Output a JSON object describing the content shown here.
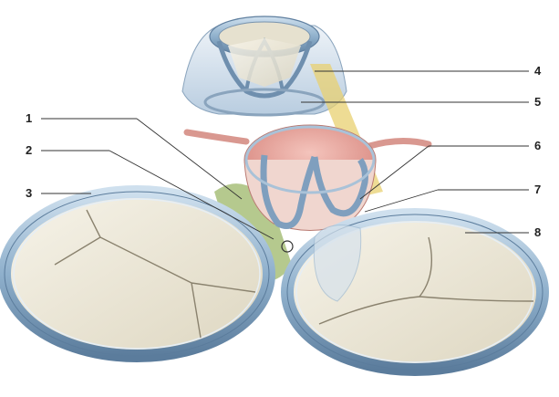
{
  "figure": {
    "labels": [
      "1",
      "2",
      "3",
      "4",
      "5",
      "6",
      "7",
      "8"
    ]
  },
  "colors": {
    "ring_blue": "#9fbad2",
    "ring_blue_dark": "#5f7f9f",
    "leaflet_cream": "#ece8d8",
    "connective_green": "#a8c07a",
    "aorta_pink": "#e9a8a0",
    "yellow_band": "#e8d070"
  }
}
